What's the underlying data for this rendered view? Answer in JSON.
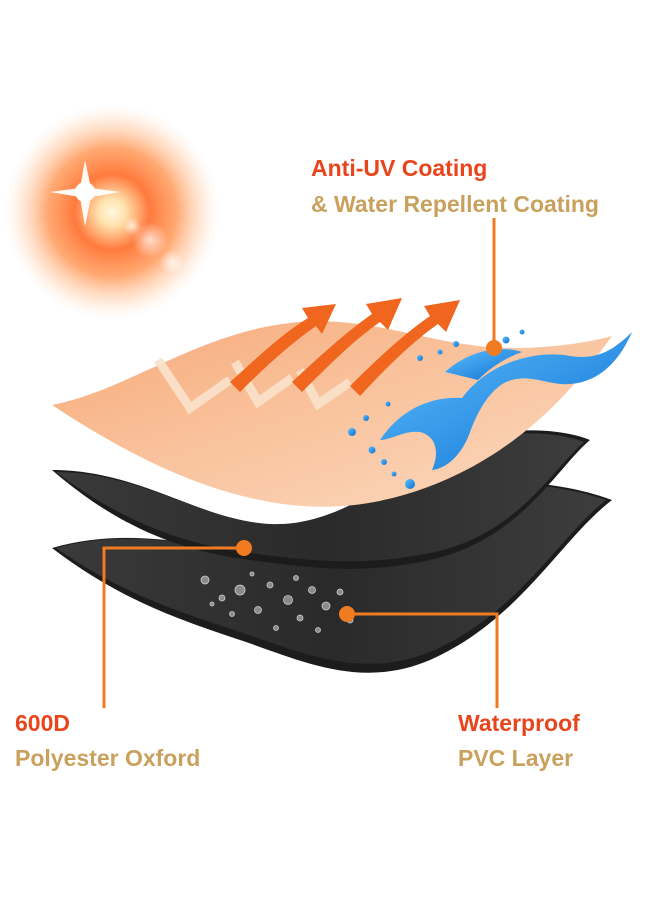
{
  "labels": {
    "top": {
      "line1": "Anti-UV Coating",
      "line2": "& Water Repellent Coating"
    },
    "left": {
      "line1": "600D",
      "line2": "Polyester Oxford"
    },
    "right": {
      "line1": "Waterproof",
      "line2": "PVC Layer"
    }
  },
  "colors": {
    "accent_red": "#e8451c",
    "accent_tan": "#c9a15d",
    "leader_orange": "#f07b21",
    "dark_layer": "#2c2c2c",
    "peach_layer": "#f6b386",
    "water_blue": "#1a8fe0",
    "arrow_orange": "#f0661e"
  },
  "icons": [
    "sun-icon",
    "uv-arrow-icon",
    "water-splash-icon",
    "droplet-icon"
  ]
}
